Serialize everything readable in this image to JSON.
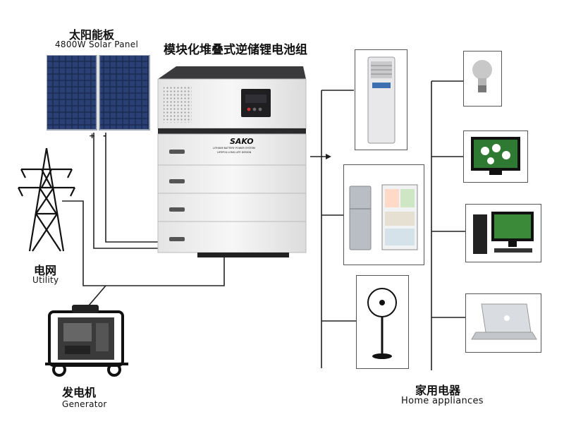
{
  "title": "模块化堆叠式逆储锂电池组",
  "solar": {
    "label_cn": "太阳能板",
    "label_en": "4800W Solar Panel",
    "plus": "+",
    "minus": "-"
  },
  "utility": {
    "label_cn": "电网",
    "label_en": "Utility"
  },
  "generator": {
    "label_cn": "发电机",
    "label_en": "Generator"
  },
  "appliances": {
    "label_cn": "家用电器",
    "label_en": "Home appliances"
  },
  "battery": {
    "brand": "SAKO",
    "line1": "LITHIUM BATTERY POWER SYSTEM",
    "line2": "LIFEPO4 LONG LIFE DESIGN"
  },
  "icons": [
    "solar-panel-icon",
    "power-tower-icon",
    "generator-icon",
    "battery-stack-icon",
    "air-conditioner-icon",
    "refrigerator-icon",
    "fan-icon",
    "light-bulb-icon",
    "tv-icon",
    "desktop-computer-icon",
    "laptop-icon"
  ],
  "colors": {
    "line": "#222222",
    "box_border": "#555555",
    "screen": "#1f1f22",
    "battery_body": "#f1f1f1"
  }
}
